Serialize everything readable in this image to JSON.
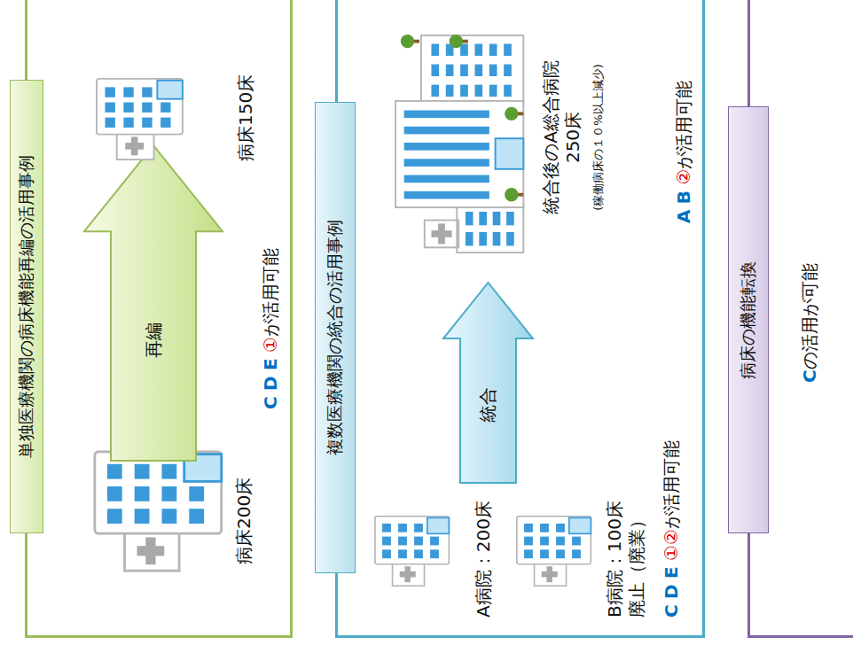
{
  "diagram": {
    "nodes": [
      {
        "text": [
          "単独医療機関の病床機能再編の活用事例",
          "C D E ①が活用可能"
        ]
      },
      {
        "text": [
          "病床200床"
        ],
        "in": 0
      },
      {
        "text": [
          "再編"
        ],
        "in": 0
      },
      {
        "text": [
          "病床150床"
        ],
        "in": 0
      },
      {
        "text": [
          "複数医療機関の統合の活用事例",
          "C D E ①②が活用可能",
          "A B ②が活用可能"
        ]
      },
      {
        "text": [
          "A病院：200床"
        ],
        "in": 4
      },
      {
        "text": [
          "B病院：100床 廃止（廃業）"
        ],
        "in": 4
      },
      {
        "text": [
          "統合"
        ],
        "in": 4
      },
      {
        "text": [
          "統合後のA総合病院 250床",
          "(稼働病床の１０%以上減少)"
        ],
        "in": 4
      },
      {
        "text": [
          "病床の機能転換",
          "Cの活用が可能"
        ]
      }
    ]
  }
}
